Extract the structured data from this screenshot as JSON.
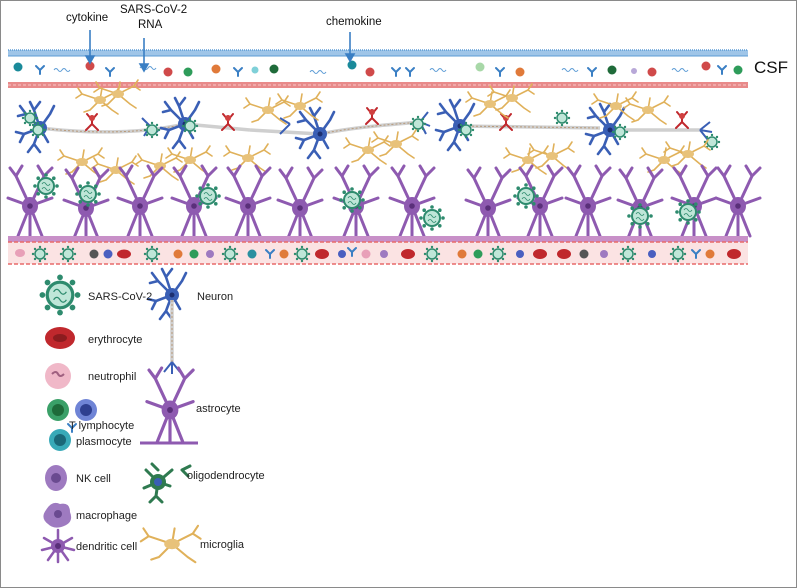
{
  "annotations": {
    "cytokine": "cytokine",
    "sars_rna_line1": "SARS-CoV-2",
    "sars_rna_line2": "RNA",
    "chemokine": "chemokine",
    "csf": "CSF"
  },
  "legend": {
    "sars": "SARS-CoV-2",
    "neuron": "Neuron",
    "erythrocyte": "erythrocyte",
    "neutrophil": "neutrophil",
    "t_lymphocyte": "T lymphocyte",
    "plasmocyte": "plasmocyte",
    "astrocyte": "astrocyte",
    "nk_cell": "NK cell",
    "oligodendrocyte": "oligodendrocyte",
    "macrophage": "macrophage",
    "dendritic_cell": "dendritic cell",
    "microglia": "microglia"
  },
  "colors": {
    "neuron": "#3a5fb5",
    "astrocyte": "#8e5ab0",
    "virus": "#2e8b6e",
    "erythrocyte": "#c0282d",
    "microglia": "#e0b15a",
    "csf_membrane": "#5b9bd5",
    "vessel": "#e86a6a"
  }
}
